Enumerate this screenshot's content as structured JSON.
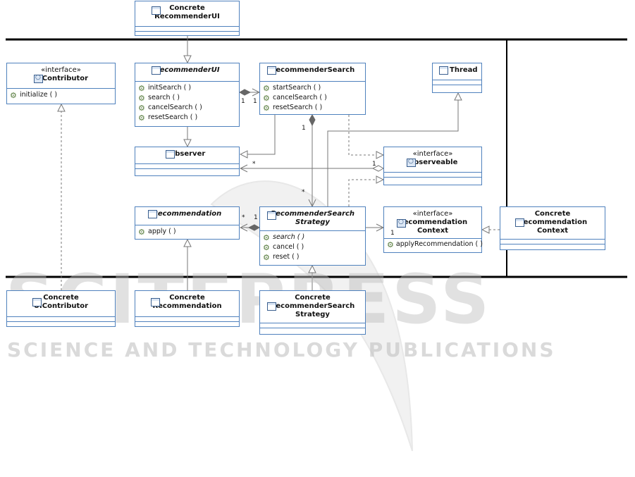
{
  "classes": {
    "concrete_recommender_ui": {
      "name": "Concrete\nRecommenderUI"
    },
    "ui_contributor": {
      "stereotype": "«interface»",
      "name": "UIContributor",
      "ops": [
        "initialize ( )"
      ]
    },
    "recommender_ui": {
      "name": "RecommenderUI",
      "ops": [
        "initSearch ( )",
        "search ( )",
        "cancelSearch ( )",
        "resetSearch ( )"
      ]
    },
    "recommender_search": {
      "name": "RecommenderSearch",
      "ops": [
        "startSearch ( )",
        "cancelSearch ( )",
        "resetSearch ( )"
      ]
    },
    "thread": {
      "name": "Thread"
    },
    "observer": {
      "name": "Observer"
    },
    "observeable": {
      "stereotype": "«interface»",
      "name": "Observeable"
    },
    "recommendation": {
      "name": "Recommendation",
      "ops": [
        "apply ( )"
      ]
    },
    "recommender_search_strategy": {
      "name": "RecommenderSearch\nStrategy",
      "ops": [
        "search ( )",
        "cancel ( )",
        "reset ( )"
      ]
    },
    "recommendation_context": {
      "stereotype": "«interface»",
      "name": "Recommendation\nContext",
      "ops": [
        "applyRecommendation ( )"
      ]
    },
    "concrete_recommendation_context": {
      "name": "Concrete\nRecommendation\nContext"
    },
    "concrete_ui_contributor": {
      "name": "Concrete\nUIContributor"
    },
    "concrete_recommendation": {
      "name": "Concrete\nRecommendation"
    },
    "concrete_recommender_search_strategy": {
      "name": "Concrete\nRecommenderSearch\nStrategy"
    }
  },
  "multiplicities": {
    "ui_search_left": "1",
    "ui_search_right": "1",
    "search_strategy_top": "1",
    "search_strategy_bottom": "*",
    "observer_star": "*",
    "observeable_one": "1",
    "recommendation_star": "*",
    "strategy_recommendation_one": "1",
    "context_one": "1"
  },
  "watermark": {
    "line1": "SCITEPRESS",
    "line2": "SCIENCE AND TECHNOLOGY PUBLICATIONS"
  },
  "colors": {
    "border": "#4f81bd",
    "line": "#777777",
    "watermark": "#bdbdbd"
  }
}
